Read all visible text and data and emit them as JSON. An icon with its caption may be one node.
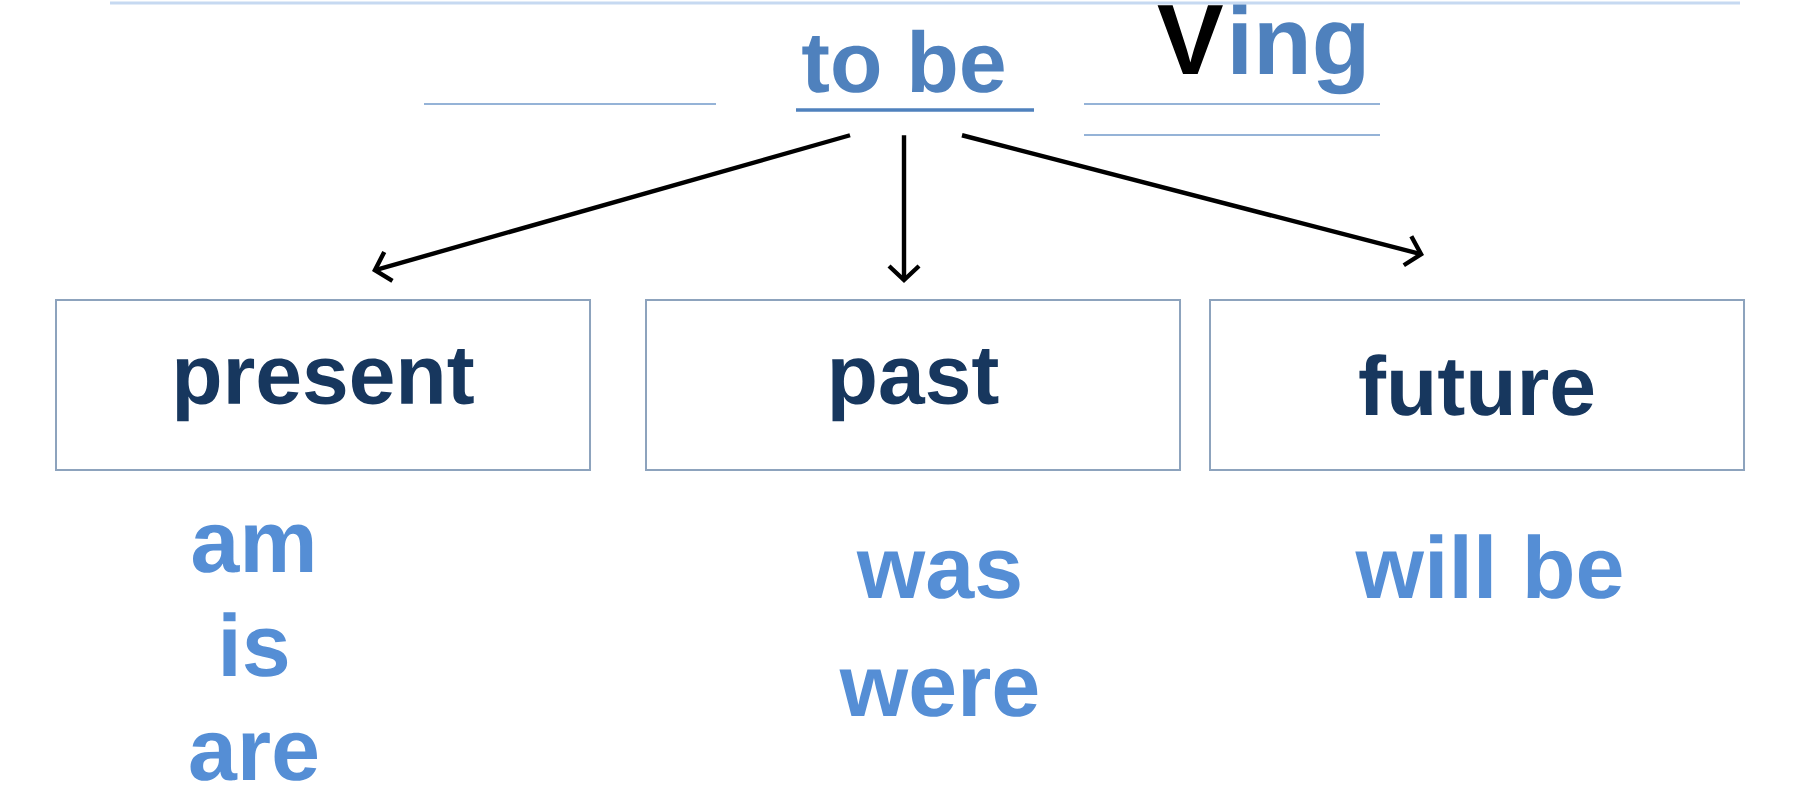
{
  "diagram": {
    "nodes": [
      {
        "text": [
          "to be"
        ]
      },
      {
        "text": [
          "present"
        ],
        "beside": [
          "am",
          "is",
          "are"
        ]
      },
      {
        "text": [
          "past"
        ],
        "beside": [
          "was",
          "were"
        ]
      },
      {
        "text": [
          "future"
        ],
        "beside": [
          "will be"
        ]
      }
    ],
    "edges": [
      {
        "from": 0,
        "to": 1,
        "arrow": "to"
      },
      {
        "from": 0,
        "to": 2,
        "arrow": "to"
      },
      {
        "from": 0,
        "to": 3,
        "arrow": "to"
      }
    ],
    "labels": [
      "V",
      "ing"
    ]
  }
}
